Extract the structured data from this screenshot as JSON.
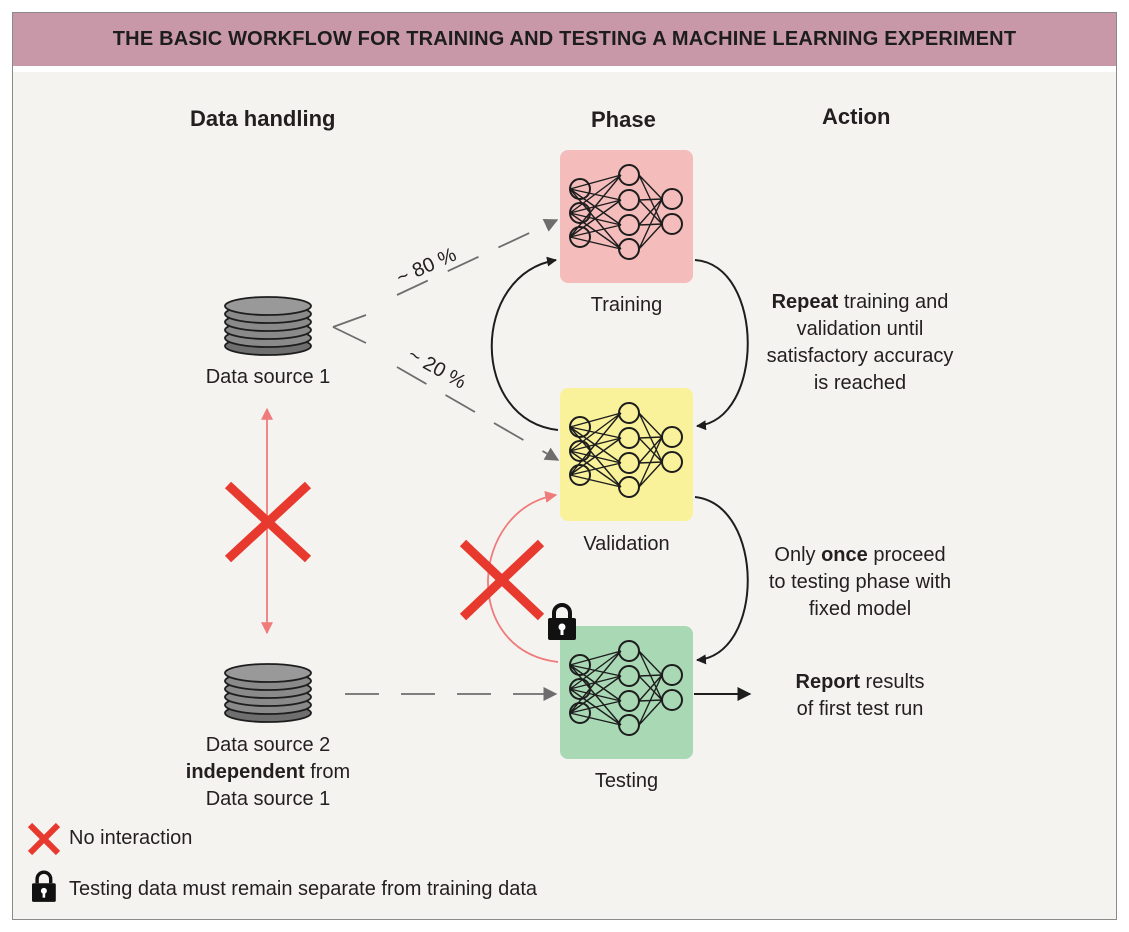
{
  "title": "THE BASIC WORKFLOW FOR TRAINING AND TESTING A MACHINE LEARNING EXPERIMENT",
  "headers": {
    "data_handling": "Data handling",
    "phase": "Phase",
    "action": "Action"
  },
  "data_sources": {
    "source1_label": "Data source 1",
    "source2_line1": "Data source 2",
    "source2_bold": "independent",
    "source2_rest": " from",
    "source2_line3": "Data source 1"
  },
  "splits": {
    "train_pct": "~ 80 %",
    "val_pct": "~ 20 %"
  },
  "phases": {
    "training": "Training",
    "validation": "Validation",
    "testing": "Testing"
  },
  "actions": {
    "repeat_bold": "Repeat",
    "repeat_rest": " training and",
    "repeat_line2": "validation until",
    "repeat_line3": "satisfactory accuracy",
    "repeat_line4": "is reached",
    "once_pre": "Only ",
    "once_bold": "once",
    "once_post": " proceed",
    "once_line2": "to testing phase with",
    "once_line3": "fixed model",
    "report_bold": "Report",
    "report_rest": " results",
    "report_line2": "of first test run"
  },
  "legend": {
    "no_interaction": "No interaction",
    "separate": "Testing data must remain separate from training data"
  },
  "colors": {
    "title_bar": "#c898a8",
    "background": "#f4f3f0",
    "training_box": "#f5bcbc",
    "validation_box": "#f9f29a",
    "testing_box": "#a9d8b5",
    "red_x": "#e8392e",
    "pink_arrow": "#ef7b7b",
    "dashed_arrow": "#6d6d6d"
  },
  "icons": {
    "database": "database-stack-icon",
    "network": "neural-network-icon",
    "padlock": "padlock-icon",
    "cross": "red-x-icon"
  }
}
